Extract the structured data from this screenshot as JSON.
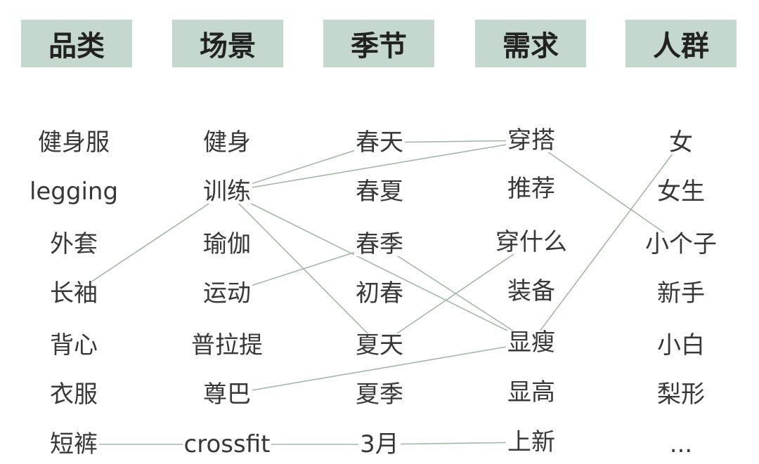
{
  "style": {
    "header_fill": "#c5d8ce",
    "line_color": "#a3b8a6",
    "text_color": "#383838"
  },
  "columns": [
    {
      "key": "category",
      "header": "品类",
      "items": [
        "健身服",
        "legging",
        "外套",
        "长袖",
        "背心",
        "衣服",
        "短裤"
      ]
    },
    {
      "key": "scene",
      "header": "场景",
      "items": [
        "健身",
        "训练",
        "瑜伽",
        "运动",
        "普拉提",
        "尊巴",
        "crossfit"
      ]
    },
    {
      "key": "season",
      "header": "季节",
      "items": [
        "春天",
        "春夏",
        "春季",
        "初春",
        "夏天",
        "夏季",
        "3月"
      ]
    },
    {
      "key": "need",
      "header": "需求",
      "items": [
        "穿搭",
        "推荐",
        "穿什么",
        "装备",
        "显瘦",
        "显高",
        "上新"
      ]
    },
    {
      "key": "audience",
      "header": "人群",
      "items": [
        "女",
        "女生",
        "小个子",
        "新手",
        "小白",
        "梨形",
        "..."
      ]
    }
  ],
  "links": [
    {
      "from": [
        0,
        3
      ],
      "to": [
        1,
        1
      ]
    },
    {
      "from": [
        1,
        1
      ],
      "to": [
        2,
        0
      ]
    },
    {
      "from": [
        2,
        0
      ],
      "to": [
        3,
        0
      ]
    },
    {
      "from": [
        1,
        1
      ],
      "to": [
        3,
        0
      ]
    },
    {
      "from": [
        1,
        1
      ],
      "to": [
        2,
        4
      ]
    },
    {
      "from": [
        1,
        1
      ],
      "to": [
        3,
        4
      ]
    },
    {
      "from": [
        1,
        3
      ],
      "to": [
        2,
        2
      ]
    },
    {
      "from": [
        2,
        2
      ],
      "to": [
        3,
        4
      ]
    },
    {
      "from": [
        2,
        4
      ],
      "to": [
        3,
        2
      ]
    },
    {
      "from": [
        1,
        5
      ],
      "to": [
        3,
        4
      ]
    },
    {
      "from": [
        3,
        4
      ],
      "to": [
        4,
        0
      ]
    },
    {
      "from": [
        3,
        0
      ],
      "to": [
        4,
        2
      ]
    },
    {
      "from": [
        0,
        6
      ],
      "to": [
        1,
        6
      ]
    },
    {
      "from": [
        1,
        6
      ],
      "to": [
        2,
        6
      ]
    },
    {
      "from": [
        2,
        6
      ],
      "to": [
        3,
        6
      ]
    }
  ]
}
